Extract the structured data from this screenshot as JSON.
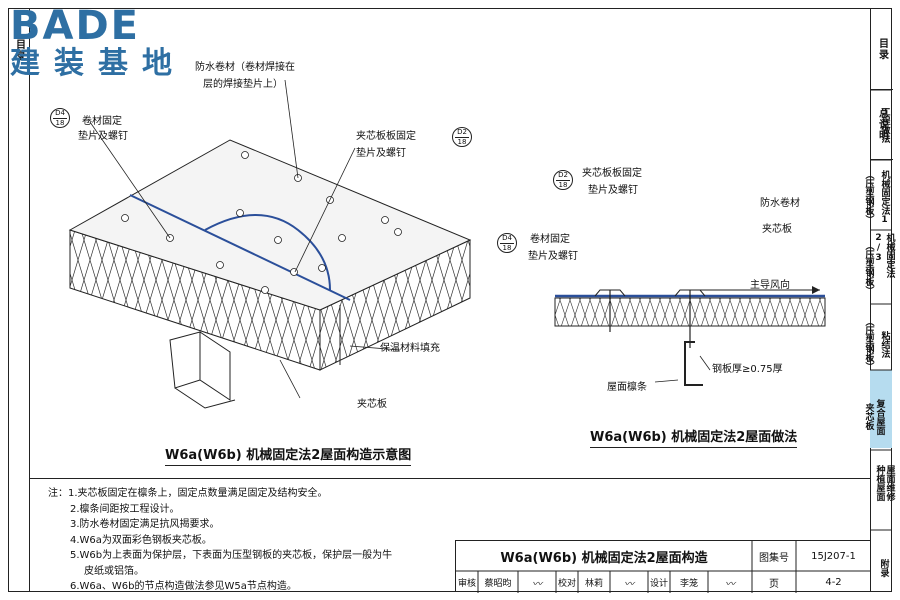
{
  "logo": {
    "latin": "BADE",
    "cn": "建装基地"
  },
  "left_tab": "目录",
  "right_tabs": [
    {
      "label": "目录"
    },
    {
      "label": "总说明"
    },
    {
      "label": "工程做法"
    },
    {
      "label": "机械固定法1"
    },
    {
      "label": "机械固定法2/3"
    },
    {
      "label": "粘结法"
    },
    {
      "label": "复合屋面"
    },
    {
      "label": "种植屋面"
    },
    {
      "label": "屋面维修"
    },
    {
      "label": "附录"
    }
  ],
  "sub_tabs": [
    {
      "label": "（压型钢板）"
    },
    {
      "label": "（压型钢板）"
    },
    {
      "label": "（压型钢板）"
    },
    {
      "label": "夹芯板"
    }
  ],
  "left_drawing": {
    "labels": {
      "waterproof": "防水卷材（卷材焊接在",
      "waterproof2": "层的焊接垫片上）",
      "membrane_fix1": "卷材固定",
      "membrane_fix2": "垫片及螺钉",
      "panel_fix1": "夹芯板板固定",
      "panel_fix2": "垫片及螺钉",
      "insulation": "保温材料填充",
      "panel": "夹芯板"
    },
    "callouts": [
      {
        "top": "D4",
        "bottom": "18"
      },
      {
        "top": "D2",
        "bottom": "18"
      }
    ],
    "caption": "W6a(W6b) 机械固定法2屋面构造示意图"
  },
  "right_drawing": {
    "labels": {
      "panel_fix1": "夹芯板板固定",
      "panel_fix2": "垫片及螺钉",
      "waterproof": "防水卷材",
      "panel": "夹芯板",
      "membrane_fix1": "卷材固定",
      "membrane_fix2": "垫片及螺钉",
      "wind": "主导风向",
      "steel": "钢板厚≥0.75厚",
      "purlin": "屋面檩条"
    },
    "callouts": [
      {
        "top": "D2",
        "bottom": "18"
      },
      {
        "top": "D4",
        "bottom": "18"
      }
    ],
    "caption": "W6a(W6b) 机械固定法2屋面做法"
  },
  "notes": {
    "prefix": "注：",
    "items": [
      "1.夹芯板固定在檩条上，固定点数量满足固定及结构安全。",
      "2.檩条间距按工程设计。",
      "3.防水卷材固定满足抗风揭要求。",
      "4.W6a为双面彩色钢板夹芯板。",
      "5.W6b为上表面为保护层，下表面为压型钢板的夹芯板，保护层一般为牛",
      "皮纸或铝箔。",
      "6.W6a、W6b的节点构造做法参见W5a节点构造。"
    ]
  },
  "titleblock": {
    "title": "W6a(W6b) 机械固定法2屋面构造",
    "atlas_label": "图集号",
    "atlas_no": "15J207-1",
    "review_label": "审核",
    "reviewer": "蔡昭昀",
    "check_label": "校对",
    "checker": "林莉",
    "design_label": "设计",
    "designer": "李笼",
    "page_label": "页",
    "page_no": "4-2"
  },
  "colors": {
    "accent": "#2e6fa3",
    "active_tab": "#b6dcef",
    "membrane": "#2b4f9a"
  }
}
